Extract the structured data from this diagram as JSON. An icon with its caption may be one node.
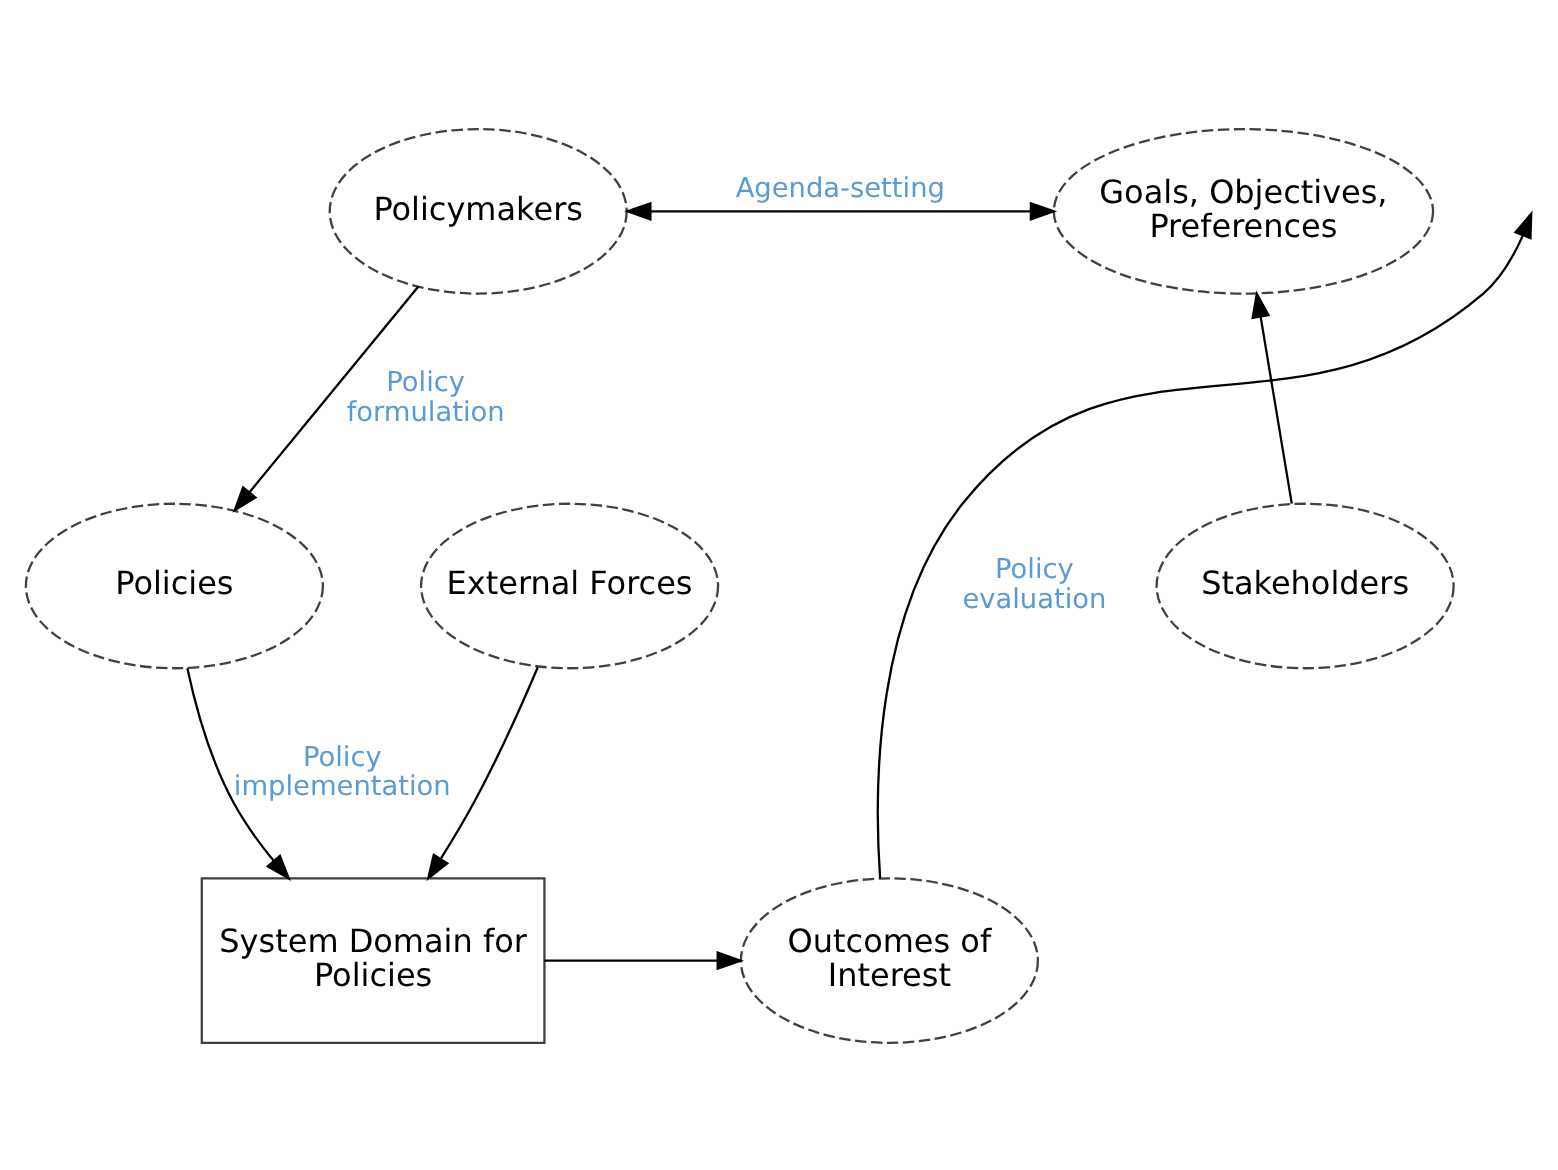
{
  "diagram": {
    "nodes": [
      {
        "text": [
          "Policymakers"
        ]
      },
      {
        "text": [
          "Goals, Objectives, Preferences"
        ]
      },
      {
        "text": [
          "External Forces"
        ]
      },
      {
        "text": [
          "Policies"
        ]
      },
      {
        "text": [
          "Stakeholders"
        ]
      },
      {
        "text": [
          "System Domain for Policies"
        ]
      },
      {
        "text": [
          "Outcomes of Interest"
        ]
      }
    ],
    "edges": [
      {
        "from": 0,
        "to": 1,
        "arrow": "both",
        "label": "Agenda-setting"
      },
      {
        "from": 0,
        "to": 3,
        "arrow": "to",
        "label": "Policy formulation"
      },
      {
        "from": 4,
        "to": 1,
        "arrow": "to"
      },
      {
        "from": 2,
        "to": 5,
        "arrow": "to"
      },
      {
        "from": 3,
        "to": 5,
        "arrow": "to",
        "label": "Policy implementation"
      },
      {
        "from": 5,
        "to": 6,
        "arrow": "to"
      },
      {
        "from": 6,
        "to": null,
        "arrow": "to",
        "label": "Policy evaluation"
      }
    ]
  }
}
